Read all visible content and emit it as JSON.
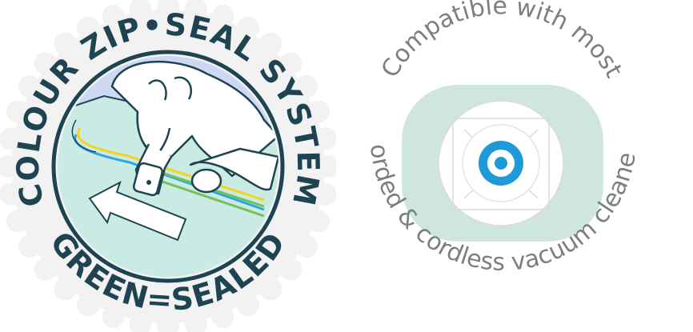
{
  "seal_badge": {
    "top_text": "COLOUR ZIP•SEAL SYSTEM",
    "bottom_text": "GREEN=SEALED",
    "colors": {
      "text": "#1e4452",
      "ring": "#1e4452",
      "background_card": "#cdd9f2",
      "bag": "#c9ebe3",
      "zip_yellow": "#f4d21f",
      "zip_blue": "#2fa6e1",
      "zip_green": "#73c15a",
      "cog": "#f2f2f2"
    },
    "icons": [
      "hand-icon",
      "arrow-icon",
      "zip-track-icon",
      "cog-edge-icon"
    ]
  },
  "compat_badge": {
    "top_text": "Compatible with most",
    "bottom_text": "corded & cordless vacuum cleaners",
    "colors": {
      "text": "#7a7f84",
      "mint": "#cfe6df",
      "disc_border": "#dadada",
      "target_blue": "#1f9ad8"
    },
    "icons": [
      "vacuum-port-icon",
      "target-icon"
    ]
  }
}
